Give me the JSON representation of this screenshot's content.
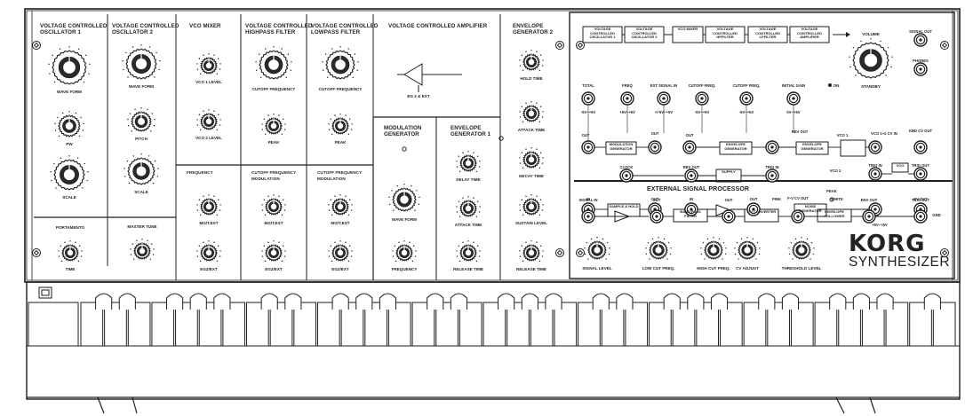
{
  "sections": {
    "vco1": [
      "VOLTAGE CONTROLLED",
      "OSCILLATOR  1"
    ],
    "vco2": [
      "VOLTAGE CONTROLLED",
      "OSCILLATOR  2"
    ],
    "mixer": [
      "VCO MIXER"
    ],
    "hpf": [
      "VOLTAGE CONTROLLED",
      "HIGHPASS FILTER"
    ],
    "lpf": [
      "VOLTAGE CONTROLLED",
      "LOWPASS FILTER"
    ],
    "vca": [
      "VOLTAGE CONTROLLED AMPLIFIER"
    ],
    "eg2": [
      "ENVELOPE",
      "GENERATOR 2"
    ],
    "modgen": [
      "MODULATION",
      "GENERATOR"
    ],
    "eg1": [
      "ENVELOPE",
      "GENERATOR 1"
    ],
    "esp": [
      "EXTERNAL SIGNAL PROCESSOR"
    ]
  },
  "knobs": {
    "vco1_waveform": "WAVE FORM",
    "vco1_pw": "PW",
    "vco1_scale": "SCALE",
    "vco2_waveform": "WAVE FORM",
    "vco2_pitch": "PITCH",
    "vco2_scale": "SCALE",
    "portamento": "PORTAMENTO",
    "portamento_time": "TIME",
    "master_tune": "MASTER TUNE",
    "vco1_level": "VCO 1 LEVEL",
    "vco2_level": "VCO 2 LEVEL",
    "hpf_cutoff": "CUTOFF FREQUENCY",
    "hpf_peak": "PEAK",
    "lpf_cutoff": "CUTOFF FREQUENCY",
    "lpf_peak": "PEAK",
    "freq_mod": "FREQUENCY MODULATION",
    "hpf_mod": "CUTOFF FREQUENCY MODULATION",
    "lpf_mod": "CUTOFF FREQUENCY MODULATION",
    "mg_ext": "MG/T.EXT",
    "eg2_ext_a": "EG2/EXT",
    "eg2_ext_b": "EG2/EXT",
    "eg2_ext_c": "EG2/EXT",
    "vca_label": "EG 2 & EXT",
    "mg_waveform": "WAVE FORM",
    "mg_frequency": "FREQUENCY",
    "eg1_delay": "DELAY TIME",
    "eg1_attack": "ATTACK TIME",
    "eg1_release": "RELEASE TIME",
    "eg2_hold": "HOLD TIME",
    "eg2_attack": "ATTACK TIME",
    "eg2_decay": "DECAY TIME",
    "eg2_sustain": "SUSTAIN LEVEL",
    "eg2_release": "RELEASE TIME",
    "signal_level": "SIGNAL LEVEL",
    "low_cut": "LOW CUT FREQ.",
    "high_cut": "HIGH CUT FREQ.",
    "cv_adjust": "CV ADJUST",
    "threshold": "THRESHOLD LEVEL",
    "volume": "VOLUME",
    "on": "ON",
    "standby": "STANDBY"
  },
  "patch": {
    "flow": [
      "VOLTAGE CONTROLLED OSCILLATOR 1",
      "VOLTAGE CONTROLLED OSCILLATOR 2",
      "VCO MIXER",
      "VOLTAGE CONTROLLED HPFILTER",
      "VOLTAGE CONTROLLED LPFILTER",
      "VOLTAGE CONTROLLED AMPLIFIER"
    ],
    "row1": [
      "TOTAL",
      "FREQ",
      "EXT SIGNAL IN",
      "CUTOFF FREQ.",
      "CUTOFF FREQ.",
      "INITIAL GAIN"
    ],
    "row1_sub": [
      "-5V~+5V",
      "+5V~+5V",
      "+/-5V~+5V",
      "-5V~+5V",
      "-5V~+5V",
      "0V~+5V"
    ],
    "row2": [
      "OUT",
      "OUT",
      "OUT",
      "REV OUT",
      "VCO 1",
      "VCO 1+2 CV IN",
      "KBD CV OUT"
    ],
    "boxes": [
      "MODULATION GENERATOR",
      "ENVELOPE GENERATOR",
      "ENVELOPE GENERATOR",
      "SAMPLE & HOLD",
      "SUPPLY",
      "NOISE GENERATOR"
    ],
    "row3": [
      "CLOCK",
      "REV OUT",
      "TRIG IN",
      "VCO 2",
      "TRIG IN",
      "TRIG OUT"
    ],
    "row4": [
      "IN",
      "OUT",
      "IN",
      "OUT",
      "PINK",
      "WHITE",
      "CV OUT"
    ],
    "vco_tag": "VCO",
    "gnd": "GND",
    "range": "+5V~+5V",
    "signal_out": "SIGNAL OUT",
    "phones": "PHONES"
  },
  "esp": {
    "jacks": [
      "SIGNAL IN",
      "OUT",
      "OUT",
      "F-V CV OUT",
      "PEAK",
      "ENV OUT",
      "TRIG OUT"
    ],
    "boxes": [
      "BAND PASS FILTER",
      "F-V CONVERTER",
      "ENVELOPE FOLLOWER"
    ],
    "gnd": "GND"
  },
  "brand": {
    "name": "KORG",
    "model": "SYNTHESIZER"
  },
  "keyboard": {
    "white_keys": 37
  },
  "colors": {
    "line": "#1e1e1e",
    "panel": "#ffffff",
    "key": "#ffffff"
  }
}
